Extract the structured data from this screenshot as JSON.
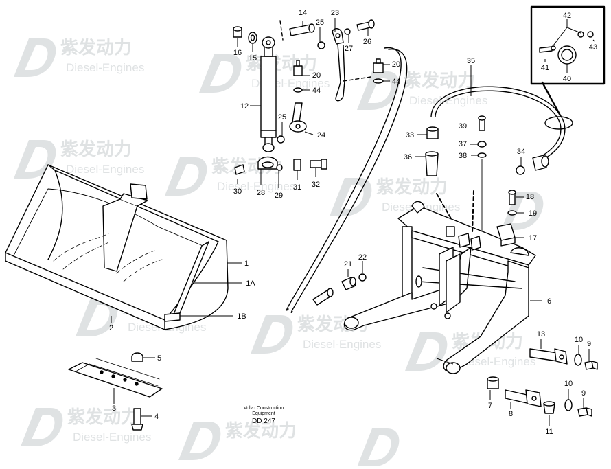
{
  "watermark": {
    "brand": "紫发动力",
    "sub": "Diesel-Engines"
  },
  "caption": {
    "line1": "Volvo Construction",
    "line2": "Equipment",
    "code": "DD 247"
  },
  "callouts": {
    "c14": "14",
    "c23": "23",
    "c25a": "25",
    "c27": "27",
    "c26": "26",
    "c16": "16",
    "c15": "15",
    "c12": "12",
    "c25b": "25",
    "c20a": "20",
    "c44a": "44",
    "c24": "24",
    "c20b": "20",
    "c44b": "44",
    "c30": "30",
    "c28": "28",
    "c29": "29",
    "c31": "31",
    "c32": "32",
    "c35": "35",
    "c42": "42",
    "c43": "43",
    "c41": "41",
    "c40": "40",
    "c39": "39",
    "c33": "33",
    "c37": "37",
    "c36": "36",
    "c38": "38",
    "c34": "34",
    "c18": "18",
    "c19": "19",
    "c17": "17",
    "c21": "21",
    "c22": "22",
    "c1": "1",
    "c1A": "1A",
    "c1B": "1B",
    "c2": "2",
    "c5": "5",
    "c3": "3",
    "c4": "4",
    "c6": "6",
    "c13": "13",
    "c10a": "10",
    "c9a": "9",
    "c10b": "10",
    "c9b": "9",
    "c7": "7",
    "c8": "8",
    "c11": "11"
  }
}
